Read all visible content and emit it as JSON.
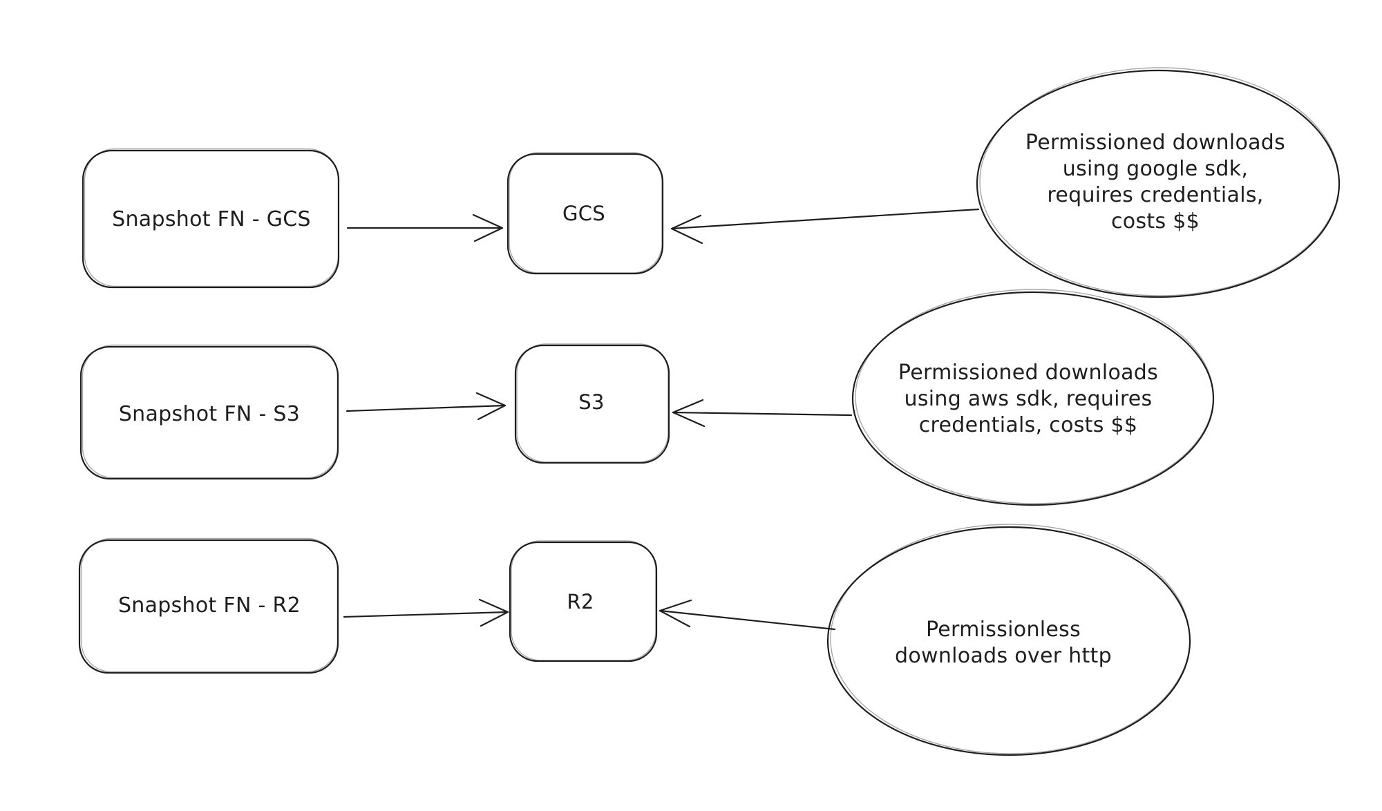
{
  "diagram": {
    "colors": {
      "stroke": "#1e1e1e",
      "background": "#ffffff"
    },
    "rows": [
      {
        "source": "Snapshot FN - GCS",
        "target": "GCS",
        "note": "Permissioned downloads\nusing google sdk,\nrequires credentials,\ncosts $$"
      },
      {
        "source": "Snapshot FN - S3",
        "target": "S3",
        "note": "Permissioned downloads\nusing aws sdk, requires\ncredentials, costs $$"
      },
      {
        "source": "Snapshot FN - R2",
        "target": "R2",
        "note": "Permissionless\ndownloads over http"
      }
    ]
  }
}
